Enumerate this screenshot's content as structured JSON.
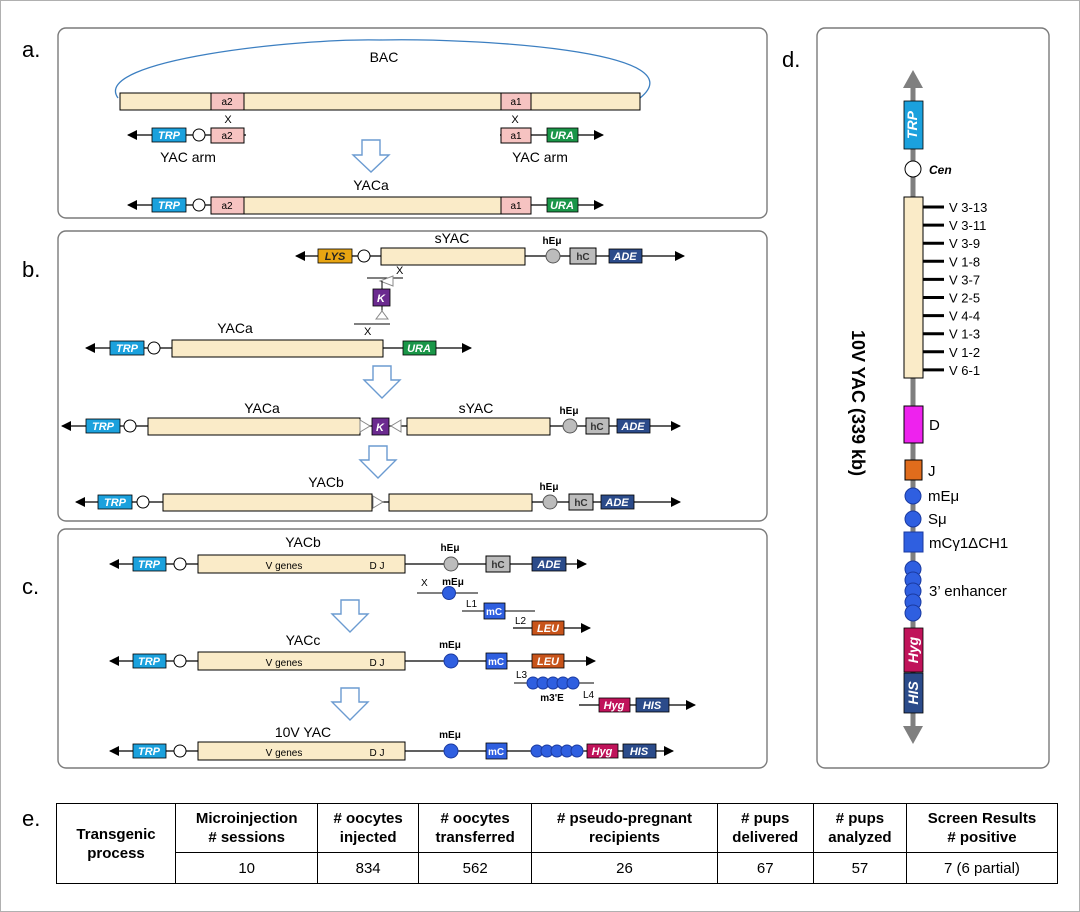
{
  "panels": {
    "a": "a.",
    "b": "b.",
    "c": "c.",
    "d": "d.",
    "e": "e."
  },
  "panel_a": {
    "bac": "BAC",
    "a2": "a2",
    "a1": "a1",
    "x": "X",
    "trp": "TRP",
    "ura": "URA",
    "yac_arm_left": "YAC arm",
    "yac_arm_right": "YAC arm",
    "yaca": "YACa"
  },
  "panel_b": {
    "lys": "LYS",
    "syac": "sYAC",
    "hemu": "hEμ",
    "hc": "hC",
    "ade": "ADE",
    "x": "X",
    "k": "K",
    "yaca": "YACa",
    "trp": "TRP",
    "ura": "URA",
    "yacb": "YACb"
  },
  "panel_c": {
    "yacb": "YACb",
    "vgenes": "V genes",
    "dj": "D J",
    "hemu": "hEμ",
    "hc": "hC",
    "ade": "ADE",
    "trp": "TRP",
    "x": "X",
    "memu": "mEμ",
    "l1": "L1",
    "mc": "mC",
    "l2": "L2",
    "leu": "LEU",
    "yacc": "YACc",
    "l3": "L3",
    "m3e": "m3'E",
    "l4": "L4",
    "hyg": "Hyg",
    "his": "HIS",
    "yac10v": "10V YAC"
  },
  "panel_d": {
    "title": "10V YAC (339 kb)",
    "trp": "TRP",
    "cen": "Cen",
    "v_genes": [
      "V 3-13",
      "V 3-11",
      "V 3-9",
      "V 1-8",
      "V 3-7",
      "V 2-5",
      "V 4-4",
      "V 1-3",
      "V 1-2",
      "V 6-1"
    ],
    "d": "D",
    "j": "J",
    "memu": "mEμ",
    "smu": "Sμ",
    "mcg": "mCγ1ΔCH1",
    "enh": "3’ enhancer",
    "hyg": "Hyg",
    "his": "HIS"
  },
  "table": {
    "row_header": "Transgenic process",
    "headers": [
      [
        "Microinjection",
        "# sessions"
      ],
      [
        "# oocytes",
        "injected"
      ],
      [
        "# oocytes",
        "transferred"
      ],
      [
        "# pseudo-pregnant",
        "recipients"
      ],
      [
        "# pups",
        "delivered"
      ],
      [
        "# pups",
        "analyzed"
      ],
      [
        "Screen Results",
        "# positive"
      ]
    ],
    "values": [
      "10",
      "834",
      "562",
      "26",
      "67",
      "57",
      "7 (6 partial)"
    ]
  },
  "colors": {
    "trp": "#1ba1dd",
    "ura": "#1a9648",
    "lys": "#e8a512",
    "ade": "#2b4b8a",
    "k": "#6b2a8f",
    "leu": "#c8541a",
    "hyg": "#c0135a",
    "his": "#2b4b8a",
    "dseg": "#ee22ee",
    "jseg": "#e06c1c",
    "ball": "#2f5fe0",
    "bac": "#faebc8",
    "hc": "#bcbcbc",
    "arm_pink": "#f6c3c1"
  }
}
